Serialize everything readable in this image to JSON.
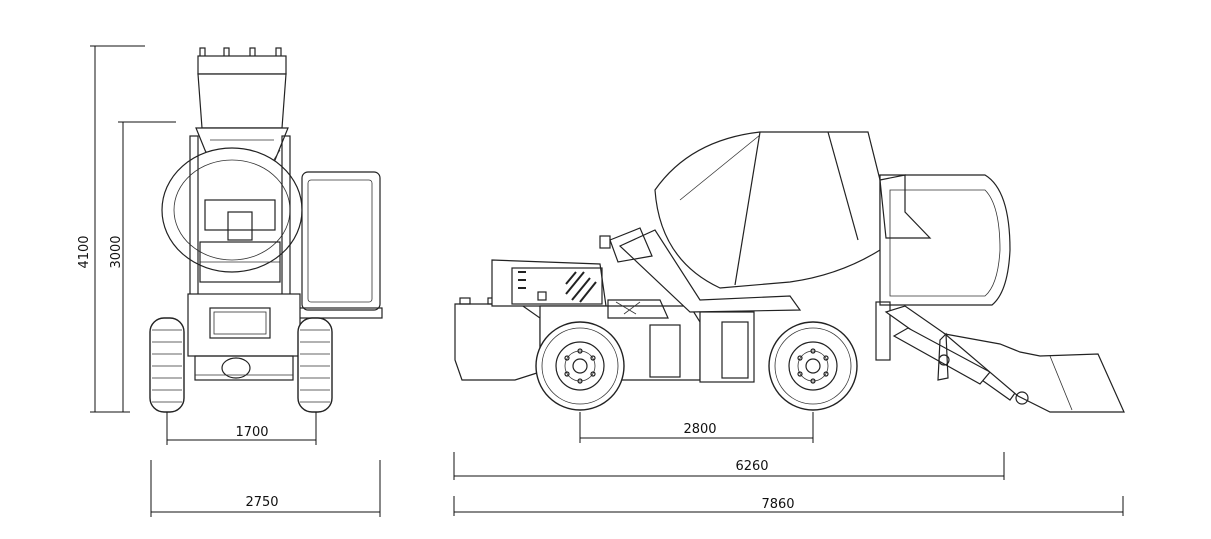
{
  "dimensions": {
    "front_total_height": "4100",
    "front_body_height": "3000",
    "front_track_width": "1700",
    "front_overall_width": "2750",
    "side_wheelbase": "2800",
    "side_body_length": "6260",
    "side_overall_length": "7860"
  }
}
